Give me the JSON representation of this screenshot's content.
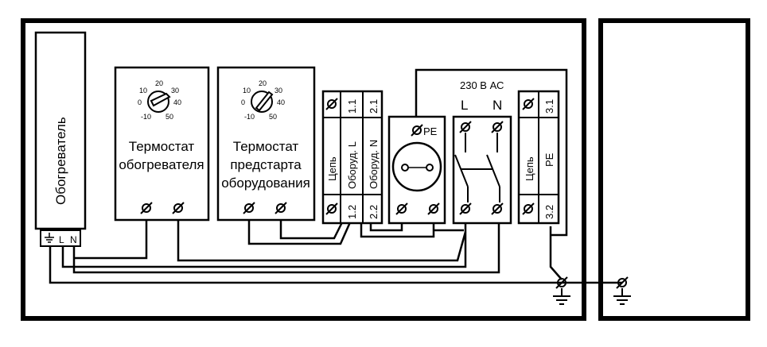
{
  "heater": {
    "label": "Обогреватель",
    "pin_l": "L",
    "pin_n": "N"
  },
  "thermostat_heater": {
    "line1": "Термостат",
    "line2": "обогревателя",
    "scale": [
      "20",
      "10",
      "30",
      "0",
      "40",
      "-10",
      "50"
    ]
  },
  "thermostat_prestart": {
    "line1": "Термостат",
    "line2": "предстарта",
    "line3": "оборудования",
    "scale": [
      "20",
      "10",
      "30",
      "0",
      "40",
      "-10",
      "50"
    ]
  },
  "terminal_block_1": {
    "left_label": "Цепь",
    "mid_label": "Оборуд. L",
    "right_label": "Оборуд. N",
    "top_mid": "1.1",
    "top_right": "2.1",
    "bottom_mid": "1.2",
    "bottom_right": "2.2"
  },
  "socket": {
    "pe_label": "PE"
  },
  "mains": {
    "label": "230 В АС",
    "l": "L",
    "n": "N"
  },
  "terminal_block_2": {
    "left_label": "Цепь",
    "right_label": "PE",
    "top": "3.1",
    "bottom": "3.2"
  },
  "colors": {
    "ink": "#000000",
    "paper": "#ffffff"
  }
}
